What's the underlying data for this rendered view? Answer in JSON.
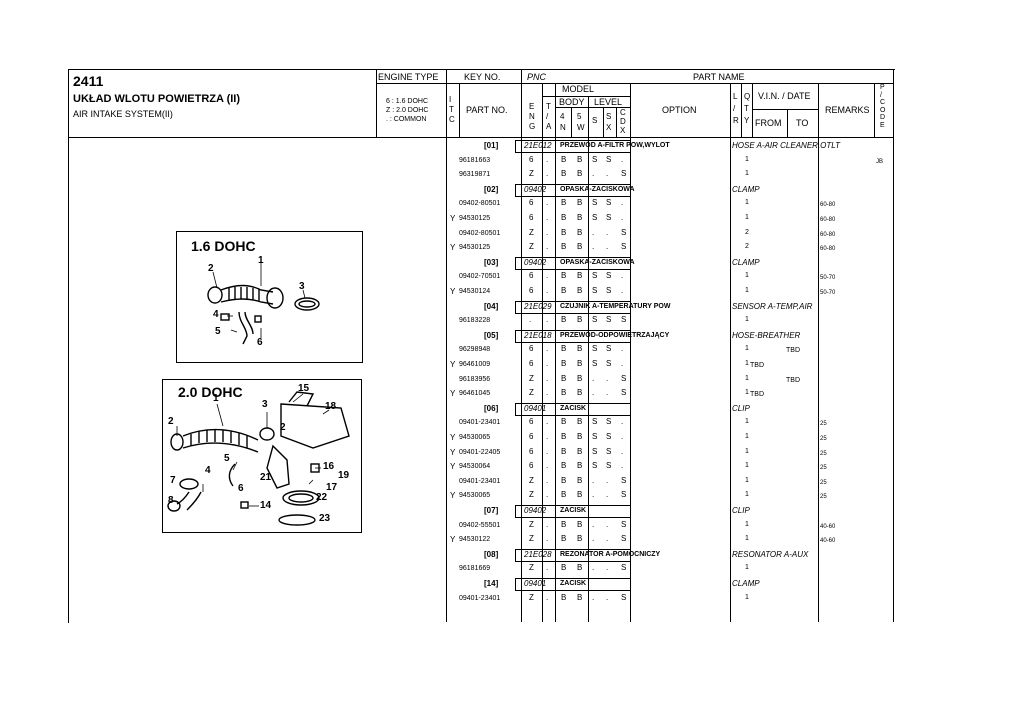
{
  "page": {
    "number": "2411",
    "title_pl": "UKŁAD WLOTU POWIETRZA (II)",
    "title_en": "AIR INTAKE SYSTEM(II)"
  },
  "header": {
    "engine_type": "ENGINE TYPE",
    "engine_codes": [
      "6 : 1.6 DOHC",
      "Z : 2.0 DOHC",
      ". : COMMON"
    ],
    "key_no": "KEY NO.",
    "pnc": "PNC",
    "part_name": "PART NAME",
    "itc": "I T C",
    "part_no": "PART NO.",
    "model": "MODEL",
    "eng": "E N G",
    "ta": "T / A",
    "body": "BODY",
    "level": "LEVEL",
    "body_cols": [
      "4 N",
      "5 W"
    ],
    "level_cols": [
      "S",
      "S X",
      "C D X"
    ],
    "option": "OPTION",
    "ltr": "L / R",
    "qty": "Q T Y",
    "vin_date": "V.I.N. / DATE",
    "from": "FROM",
    "to": "TO",
    "remarks": "REMARKS",
    "pcode": "P / C O D E"
  },
  "diagrams": [
    {
      "title": "1.6 DOHC",
      "callouts": [
        "1",
        "2",
        "3",
        "4",
        "5",
        "6"
      ]
    },
    {
      "title": "2.0 DOHC",
      "callouts": [
        "1",
        "2",
        "3",
        "4",
        "5",
        "6",
        "7",
        "8",
        "14",
        "15",
        "16",
        "17",
        "18",
        "19",
        "21",
        "22",
        "23",
        "2"
      ]
    }
  ],
  "groups": [
    {
      "key": "[01]",
      "pnc": "21E012",
      "name_pl": "PRZEWÓD A-FILTR POW,WYLOT",
      "name_en": "HOSE A-AIR CLEANER,OTLT",
      "rows": [
        {
          "itc": "",
          "part": "96181663",
          "eng": "6",
          "ta": ".",
          "n4": "B",
          "w5": "B",
          "s": "S",
          "sx": "S",
          "cdx": ".",
          "qty": "1",
          "vin": "",
          "rem": "",
          "pcode": "JB"
        },
        {
          "itc": "",
          "part": "96319871",
          "eng": "Z",
          "ta": ".",
          "n4": "B",
          "w5": "B",
          "s": ".",
          "sx": ".",
          "cdx": "S",
          "qty": "1",
          "vin": "",
          "rem": "",
          "pcode": ""
        }
      ]
    },
    {
      "key": "[02]",
      "pnc": "09402",
      "name_pl": "OPASKA-ZACISKOWA",
      "name_en": "CLAMP",
      "rows": [
        {
          "itc": "",
          "part": "09402-80501",
          "eng": "6",
          "ta": ".",
          "n4": "B",
          "w5": "B",
          "s": "S",
          "sx": "S",
          "cdx": ".",
          "qty": "1",
          "vin": "",
          "rem": "60-80",
          "pcode": ""
        },
        {
          "itc": "Y",
          "part": "94530125",
          "eng": "6",
          "ta": ".",
          "n4": "B",
          "w5": "B",
          "s": "S",
          "sx": "S",
          "cdx": ".",
          "qty": "1",
          "vin": "",
          "rem": "60-80",
          "pcode": ""
        },
        {
          "itc": "",
          "part": "09402-80501",
          "eng": "Z",
          "ta": ".",
          "n4": "B",
          "w5": "B",
          "s": ".",
          "sx": ".",
          "cdx": "S",
          "qty": "2",
          "vin": "",
          "rem": "60-80",
          "pcode": ""
        },
        {
          "itc": "Y",
          "part": "94530125",
          "eng": "Z",
          "ta": ".",
          "n4": "B",
          "w5": "B",
          "s": ".",
          "sx": ".",
          "cdx": "S",
          "qty": "2",
          "vin": "",
          "rem": "60-80",
          "pcode": ""
        }
      ]
    },
    {
      "key": "[03]",
      "pnc": "09402",
      "name_pl": "OPASKA-ZACISKOWA",
      "name_en": "CLAMP",
      "rows": [
        {
          "itc": "",
          "part": "09402-70501",
          "eng": "6",
          "ta": ".",
          "n4": "B",
          "w5": "B",
          "s": "S",
          "sx": "S",
          "cdx": ".",
          "qty": "1",
          "vin": "",
          "rem": "50-70",
          "pcode": ""
        },
        {
          "itc": "Y",
          "part": "94530124",
          "eng": "6",
          "ta": ".",
          "n4": "B",
          "w5": "B",
          "s": "S",
          "sx": "S",
          "cdx": ".",
          "qty": "1",
          "vin": "",
          "rem": "50-70",
          "pcode": ""
        }
      ]
    },
    {
      "key": "[04]",
      "pnc": "21E029",
      "name_pl": "CZUJNIK A-TEMPERATURY POW",
      "name_en": "SENSOR A-TEMP,AIR",
      "rows": [
        {
          "itc": "",
          "part": "96183228",
          "eng": ".",
          "ta": ".",
          "n4": "B",
          "w5": "B",
          "s": "S",
          "sx": "S",
          "cdx": "S",
          "qty": "1",
          "vin": "",
          "rem": "",
          "pcode": ""
        }
      ]
    },
    {
      "key": "[05]",
      "pnc": "21E018",
      "name_pl": "PRZEWÓD-ODPOWIETRZAJĄCY",
      "name_en": "HOSE-BREATHER",
      "rows": [
        {
          "itc": "",
          "part": "96298948",
          "eng": "6",
          "ta": ".",
          "n4": "B",
          "w5": "B",
          "s": "S",
          "sx": "S",
          "cdx": ".",
          "qty": "1",
          "vin": "TBD",
          "rem": "",
          "pcode": ""
        },
        {
          "itc": "Y",
          "part": "96461009",
          "eng": "6",
          "ta": ".",
          "n4": "B",
          "w5": "B",
          "s": "S",
          "sx": "S",
          "cdx": ".",
          "qty": "1",
          "vin": "TBD",
          "rem": "",
          "pcode": ""
        },
        {
          "itc": "",
          "part": "96183956",
          "eng": "Z",
          "ta": ".",
          "n4": "B",
          "w5": "B",
          "s": ".",
          "sx": ".",
          "cdx": "S",
          "qty": "1",
          "vin": "TBD",
          "rem": "",
          "pcode": ""
        },
        {
          "itc": "Y",
          "part": "96461045",
          "eng": "Z",
          "ta": ".",
          "n4": "B",
          "w5": "B",
          "s": ".",
          "sx": ".",
          "cdx": "S",
          "qty": "1",
          "vin": "TBD",
          "rem": "",
          "pcode": ""
        }
      ]
    },
    {
      "key": "[06]",
      "pnc": "09401",
      "name_pl": "ZACISK",
      "name_en": "CLIP",
      "rows": [
        {
          "itc": "",
          "part": "09401-23401",
          "eng": "6",
          "ta": ".",
          "n4": "B",
          "w5": "B",
          "s": "S",
          "sx": "S",
          "cdx": ".",
          "qty": "1",
          "vin": "",
          "rem": "25",
          "pcode": ""
        },
        {
          "itc": "Y",
          "part": "94530065",
          "eng": "6",
          "ta": ".",
          "n4": "B",
          "w5": "B",
          "s": "S",
          "sx": "S",
          "cdx": ".",
          "qty": "1",
          "vin": "",
          "rem": "25",
          "pcode": ""
        },
        {
          "itc": "Y",
          "part": "09401-22405",
          "eng": "6",
          "ta": ".",
          "n4": "B",
          "w5": "B",
          "s": "S",
          "sx": "S",
          "cdx": ".",
          "qty": "1",
          "vin": "",
          "rem": "25",
          "pcode": ""
        },
        {
          "itc": "Y",
          "part": "94530064",
          "eng": "6",
          "ta": ".",
          "n4": "B",
          "w5": "B",
          "s": "S",
          "sx": "S",
          "cdx": ".",
          "qty": "1",
          "vin": "",
          "rem": "25",
          "pcode": ""
        },
        {
          "itc": "",
          "part": "09401-23401",
          "eng": "Z",
          "ta": ".",
          "n4": "B",
          "w5": "B",
          "s": ".",
          "sx": ".",
          "cdx": "S",
          "qty": "1",
          "vin": "",
          "rem": "25",
          "pcode": ""
        },
        {
          "itc": "Y",
          "part": "94530065",
          "eng": "Z",
          "ta": ".",
          "n4": "B",
          "w5": "B",
          "s": ".",
          "sx": ".",
          "cdx": "S",
          "qty": "1",
          "vin": "",
          "rem": "25",
          "pcode": ""
        }
      ]
    },
    {
      "key": "[07]",
      "pnc": "09402",
      "name_pl": "ZACISK",
      "name_en": "CLIP",
      "rows": [
        {
          "itc": "",
          "part": "09402-55501",
          "eng": "Z",
          "ta": ".",
          "n4": "B",
          "w5": "B",
          "s": ".",
          "sx": ".",
          "cdx": "S",
          "qty": "1",
          "vin": "",
          "rem": "40-60",
          "pcode": ""
        },
        {
          "itc": "Y",
          "part": "94530122",
          "eng": "Z",
          "ta": ".",
          "n4": "B",
          "w5": "B",
          "s": ".",
          "sx": ".",
          "cdx": "S",
          "qty": "1",
          "vin": "",
          "rem": "40-60",
          "pcode": ""
        }
      ]
    },
    {
      "key": "[08]",
      "pnc": "21E028",
      "name_pl": "REZONATOR A-POMOCNICZY",
      "name_en": "RESONATOR A-AUX",
      "rows": [
        {
          "itc": "",
          "part": "96181669",
          "eng": "Z",
          "ta": ".",
          "n4": "B",
          "w5": "B",
          "s": ".",
          "sx": ".",
          "cdx": "S",
          "qty": "1",
          "vin": "",
          "rem": "",
          "pcode": ""
        }
      ]
    },
    {
      "key": "[14]",
      "pnc": "09401",
      "name_pl": "ZACISK",
      "name_en": "CLAMP",
      "rows": [
        {
          "itc": "",
          "part": "09401-23401",
          "eng": "Z",
          "ta": ".",
          "n4": "B",
          "w5": "B",
          "s": ".",
          "sx": ".",
          "cdx": "S",
          "qty": "1",
          "vin": "",
          "rem": "",
          "pcode": ""
        }
      ]
    }
  ]
}
